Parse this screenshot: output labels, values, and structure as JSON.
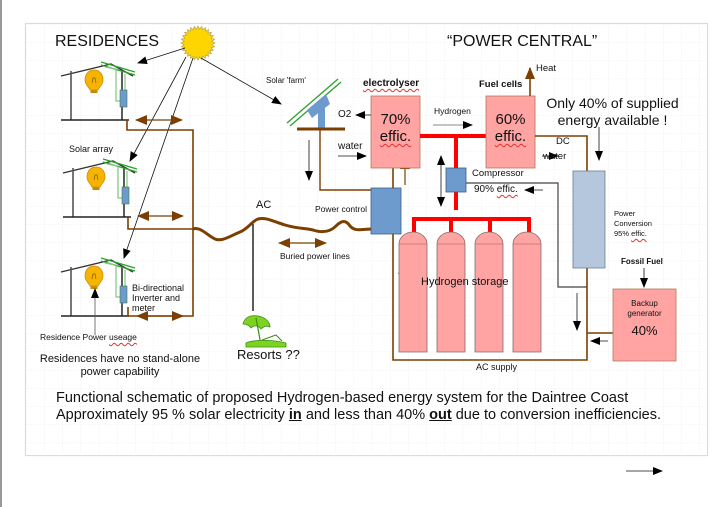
{
  "titles": {
    "residences": "RESIDENCES",
    "power_central": "“POWER CENTRAL”"
  },
  "residences": {
    "solar_array_label": "Solar array",
    "inverter_label": "Bi-directional Inverter and meter",
    "inverter_lines": [
      "Bi-directional",
      "Inverter and",
      "meter"
    ],
    "power_usage_label_main": "Residence Power ",
    "power_usage_label_squiggle": "useage",
    "note_lines": [
      "Residences have no stand-alone",
      "power capability"
    ]
  },
  "grid": {
    "ac_label": "AC",
    "buried_lines_label": "Buried power lines",
    "resorts_label": "Resorts ??",
    "power_control_label": "Power control",
    "solar_farm_label": "Solar 'farm'"
  },
  "electrolyser": {
    "title": "electrolyser",
    "efficiency_line1": "70%",
    "efficiency_line2": "effic.",
    "o2_label": "O2",
    "water_label": "water",
    "hydrogen_label": "Hydrogen"
  },
  "fuel_cells": {
    "title": "Fuel cells",
    "efficiency_line1": "60%",
    "efficiency_line2": "effic.",
    "heat_label": "Heat",
    "dc_label": "DC",
    "water_label": "water"
  },
  "compressor": {
    "label": "Compressor",
    "efficiency_main": "90% ",
    "efficiency_squiggle": "effic."
  },
  "storage": {
    "label": "Hydrogen storage",
    "tank_count": 4
  },
  "power_conversion": {
    "lines": [
      "Power",
      "Conversion"
    ],
    "efficiency_main": "95% ",
    "efficiency_squiggle": "effic."
  },
  "backup": {
    "fuel_label": "Fossil Fuel",
    "lines": [
      "Backup",
      "generator"
    ],
    "efficiency": "40%"
  },
  "callout": {
    "lines": [
      "Only 40% of supplied",
      "energy available !"
    ]
  },
  "ac_supply_label": "AC supply",
  "caption": {
    "line1": "Functional schematic of proposed Hydrogen-based energy system for the Daintree Coast",
    "line2_a": "Approximately 95 % solar electricity ",
    "line2_in": "in",
    "line2_b": " and less than 40% ",
    "line2_out": "out",
    "line2_c": " due to conversion inefficiencies."
  },
  "colors": {
    "tank_fill": "#ffa3a3",
    "hydrogen_pipe": "#ff0000",
    "power_line": "#7b3f00",
    "inverter_fill": "#6e9bcd",
    "conversion_fill": "#b4c7dc",
    "solar_panel": "#2ca02c",
    "sun": "#ffd500"
  }
}
